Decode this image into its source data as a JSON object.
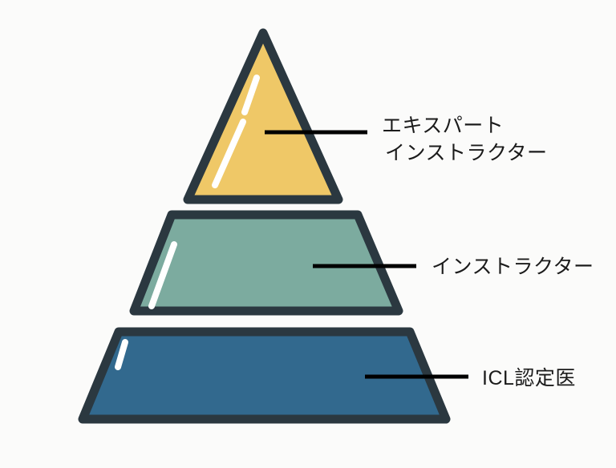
{
  "diagram": {
    "type": "pyramid",
    "title": "",
    "background_color": "#fbfbfa",
    "outline_color": "#2b3840",
    "highlight_color": "#ffffff",
    "leader_line_color": "#000000",
    "tiers": [
      {
        "id": "tier-top",
        "rank": 1,
        "shape": "triangle",
        "fill_color": "#efc867",
        "label_lines": [
          "エキスパート",
          "インストラクター"
        ],
        "label_text": "エキスパート インストラクター"
      },
      {
        "id": "tier-middle",
        "rank": 2,
        "shape": "trapezoid",
        "fill_color": "#7cab9f",
        "label_lines": [
          "インストラクター"
        ],
        "label_text": "インストラクター"
      },
      {
        "id": "tier-bottom",
        "rank": 3,
        "shape": "trapezoid",
        "fill_color": "#32698e",
        "label_lines": [
          "ICL認定医"
        ],
        "label_text": "ICL認定医"
      }
    ]
  }
}
